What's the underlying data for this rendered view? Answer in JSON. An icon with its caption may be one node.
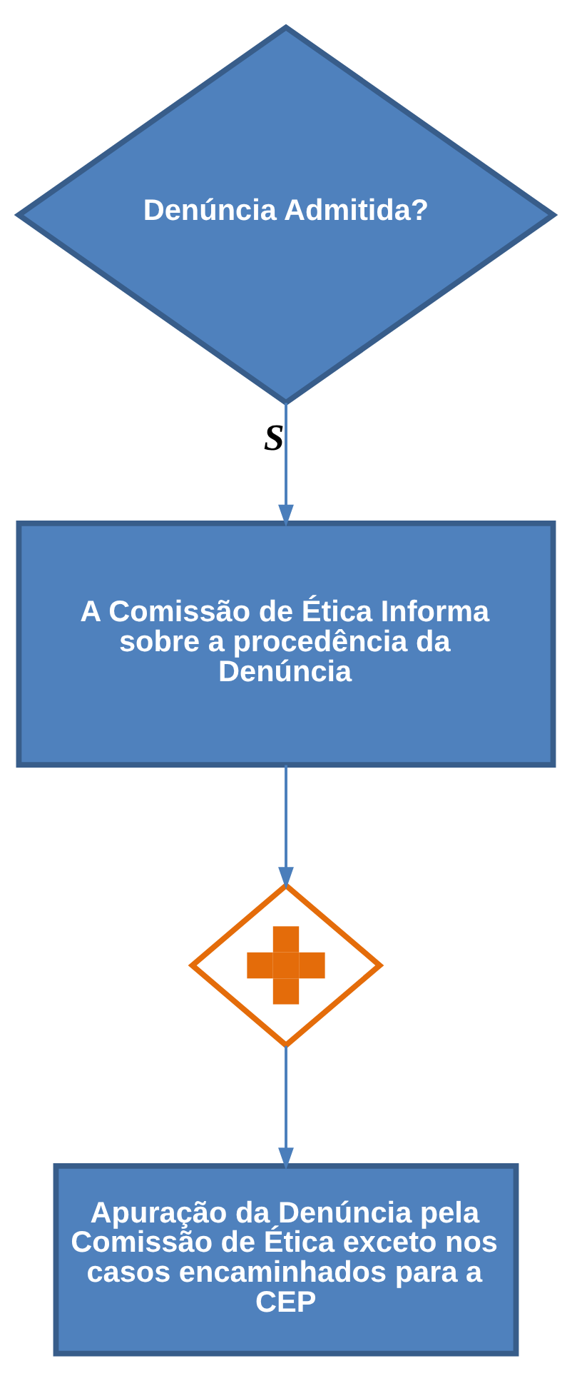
{
  "diagram": {
    "nodes": [
      {
        "text": [
          "Denúncia Admitida?"
        ]
      },
      {
        "text": [
          "A Comissão de Ética Informa sobre a procedência da Denúncia"
        ]
      },
      {
        "text": [],
        "shape": "diamond"
      },
      {
        "text": [
          "Apuração da Denúncia pela Comissão de Ética exceto nos casos encaminhados para a CEP"
        ]
      }
    ],
    "edges": [
      {
        "from": 0,
        "to": 1,
        "arrow": "to",
        "label": "S"
      },
      {
        "from": 1,
        "to": 2,
        "arrow": "to"
      },
      {
        "from": 2,
        "to": 3,
        "arrow": "to"
      }
    ]
  }
}
